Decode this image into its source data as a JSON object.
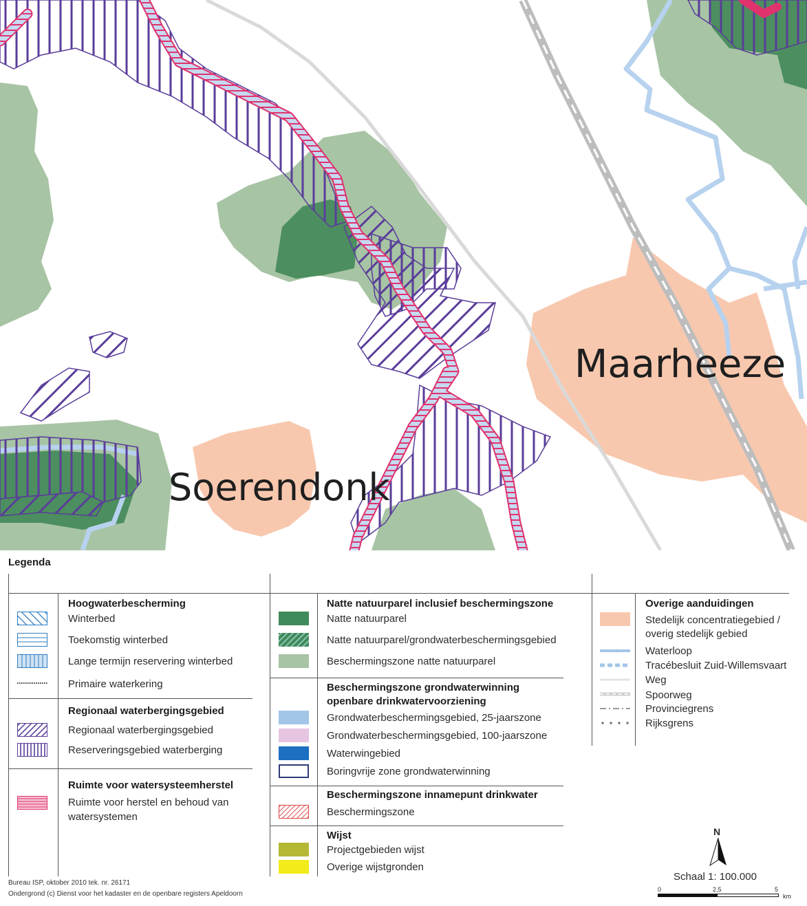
{
  "map": {
    "labels": {
      "town1": "Maarheeze",
      "town2": "Soerendonk"
    },
    "colors": {
      "nature_light": "#a7c4a4",
      "nature_dark": "#4c8e5f",
      "urban": "#f8c8ae",
      "waterway": "#b7d2ee",
      "purple_hatch": "#5a3d9a",
      "pink": "#e0336e",
      "road": "#d9d9d9",
      "railway": "#bdbdbd"
    }
  },
  "legend": {
    "title": "Legenda",
    "col1": {
      "g1": {
        "head": "Hoogwaterbescherming",
        "items": [
          "Winterbed",
          "Toekomstig winterbed",
          "Lange termijn reservering winterbed",
          "Primaire waterkering"
        ]
      },
      "g2": {
        "head": "Regionaal waterbergingsgebied",
        "items": [
          "Regionaal waterbergingsgebied",
          "Reserveringsgebied waterberging"
        ]
      },
      "g3": {
        "head": "Ruimte voor watersysteemherstel",
        "items": [
          "Ruimte voor herstel en behoud van",
          "watersystemen"
        ]
      }
    },
    "col2": {
      "g1": {
        "head": "Natte natuurparel inclusief beschermingszone",
        "items": [
          "Natte natuurparel",
          "Natte natuurparel/grondwaterbeschermingsgebied",
          "Beschermingszone natte natuurparel"
        ]
      },
      "g2": {
        "head1": "Beschermingszone grondwaterwinning",
        "head2": "openbare drinkwatervoorziening",
        "items": [
          "Grondwaterbeschermingsgebied, 25-jaarszone",
          "Grondwaterbeschermingsgebied, 100-jaarszone",
          "Waterwingebied",
          "Boringvrije zone grondwaterwinning"
        ]
      },
      "g3": {
        "head": "Beschermingszone innamepunt drinkwater",
        "items": [
          "Beschermingszone"
        ]
      },
      "g4": {
        "head": "Wijst",
        "items": [
          "Projectgebieden wijst",
          "Overige wijstgronden"
        ]
      }
    },
    "col3": {
      "head": "Overige aanduidingen",
      "items": [
        "Stedelijk concentratiegebied /",
        "overig stedelijk gebied",
        "Waterloop",
        "Tracébesluit  Zuid-Willemsvaart",
        "Weg",
        "Spoorweg",
        "Provinciegrens",
        "Rijksgrens"
      ]
    }
  },
  "credits": {
    "line1": "Bureau ISP, oktober 2010 tek. nr. 26171",
    "line2": "Ondergrond (c) Dienst voor het kadaster en de openbare registers Apeldoorn"
  },
  "scale": {
    "north": "N",
    "label": "Schaal 1: 100.000",
    "ticks": [
      "0",
      "2,5",
      "5"
    ],
    "unit": "km"
  },
  "swatch_colors": {
    "natte_natuurparel": "#3f8a5a",
    "beschermingszone": "#a7c4a4",
    "gw25": "#a2c6e8",
    "gw100": "#e6c5e2",
    "waterwin": "#1c6fc1",
    "stedelijk": "#f8c8ae",
    "wijst_project": "#b5b834",
    "wijst_overig": "#f2ec1a"
  }
}
